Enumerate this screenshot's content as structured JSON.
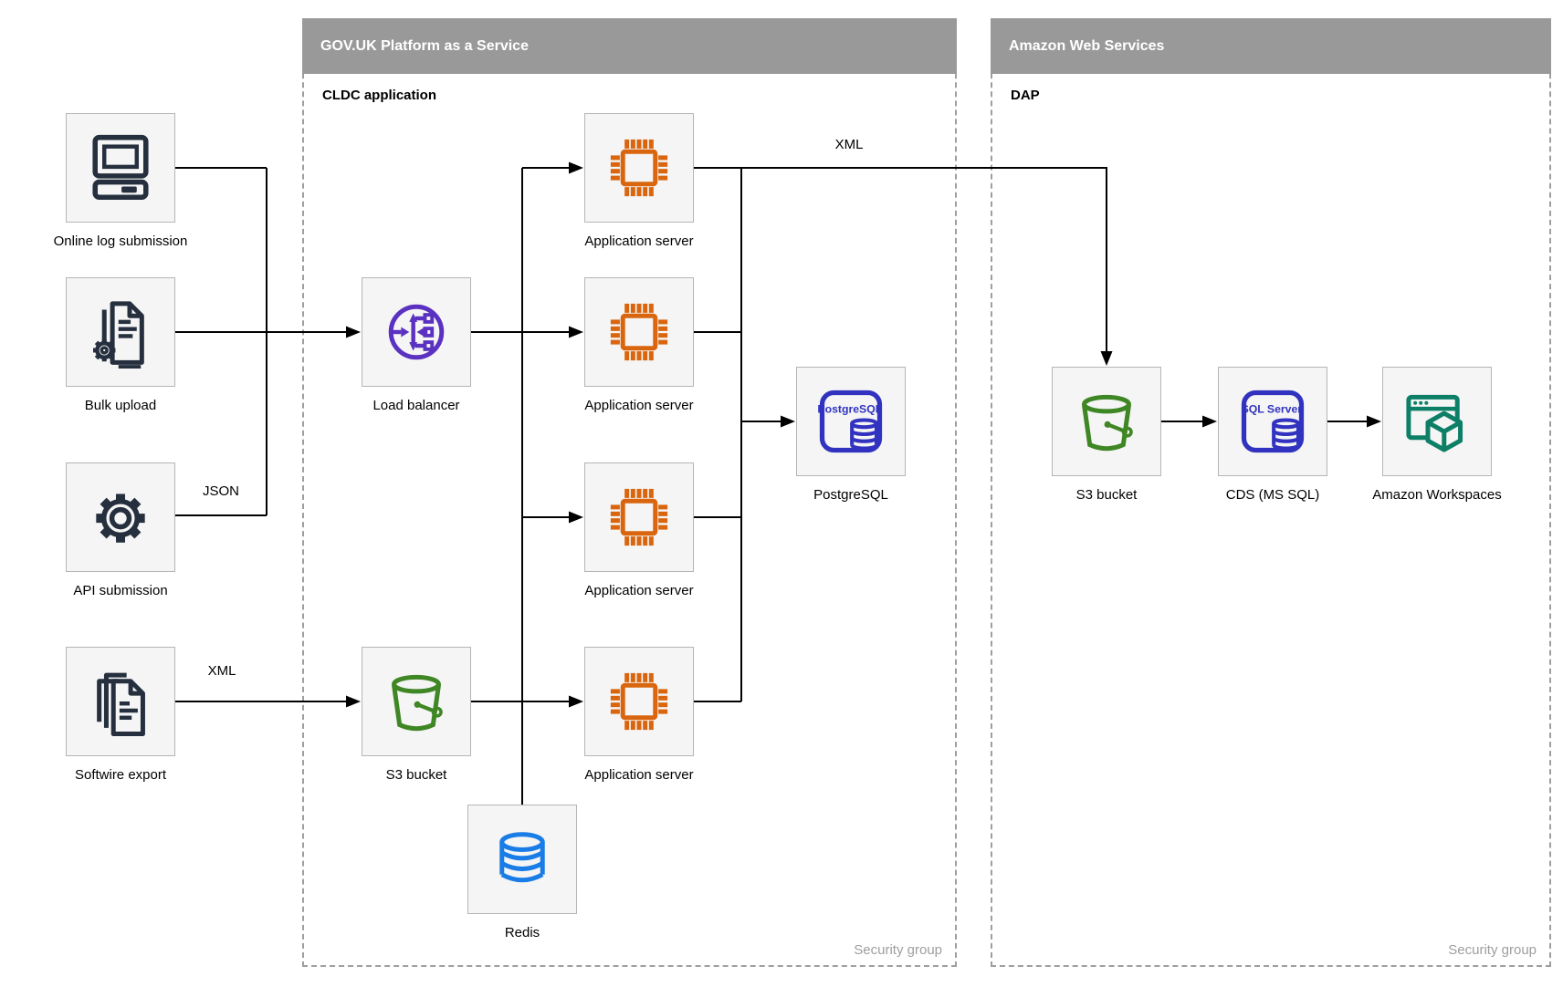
{
  "sources": [
    {
      "label": "Online log submission"
    },
    {
      "label": "Bulk upload"
    },
    {
      "label": "API submission"
    },
    {
      "label": "Softwire export"
    }
  ],
  "govuk": {
    "title": "GOV.UK Platform as a Service",
    "sublabel": "CLDC application",
    "security_label": "Security group",
    "nodes": {
      "load_balancer": "Load balancer",
      "app_server": "Application server",
      "postgresql": "PostgreSQL",
      "s3_bucket": "S3 bucket",
      "redis": "Redis"
    }
  },
  "aws": {
    "title": "Amazon Web Services",
    "sublabel": "DAP",
    "security_label": "Security group",
    "nodes": {
      "s3_bucket": "S3 bucket",
      "cds": "CDS (MS SQL)",
      "workspaces": "Amazon Workspaces"
    }
  },
  "edge_labels": {
    "xml_to_aws": "XML",
    "json_api": "JSON",
    "xml_softwire": "XML"
  },
  "icon_badges": {
    "postgresql": "PostgreSQL",
    "sql_server": "SQL Server"
  },
  "colors": {
    "header_bar": "#999999",
    "container_border": "#9e9e9e",
    "node_fill": "#f5f5f5",
    "node_border": "#b5b5b5",
    "dark_navy": "#252f3e",
    "orange": "#d9660f",
    "purple": "#5a31c0",
    "green": "#3f8624",
    "indigo": "#3133c0",
    "azure": "#1a7ce6",
    "teal": "#0d7f67",
    "line": "#000000",
    "security_text": "#9e9e9e"
  }
}
